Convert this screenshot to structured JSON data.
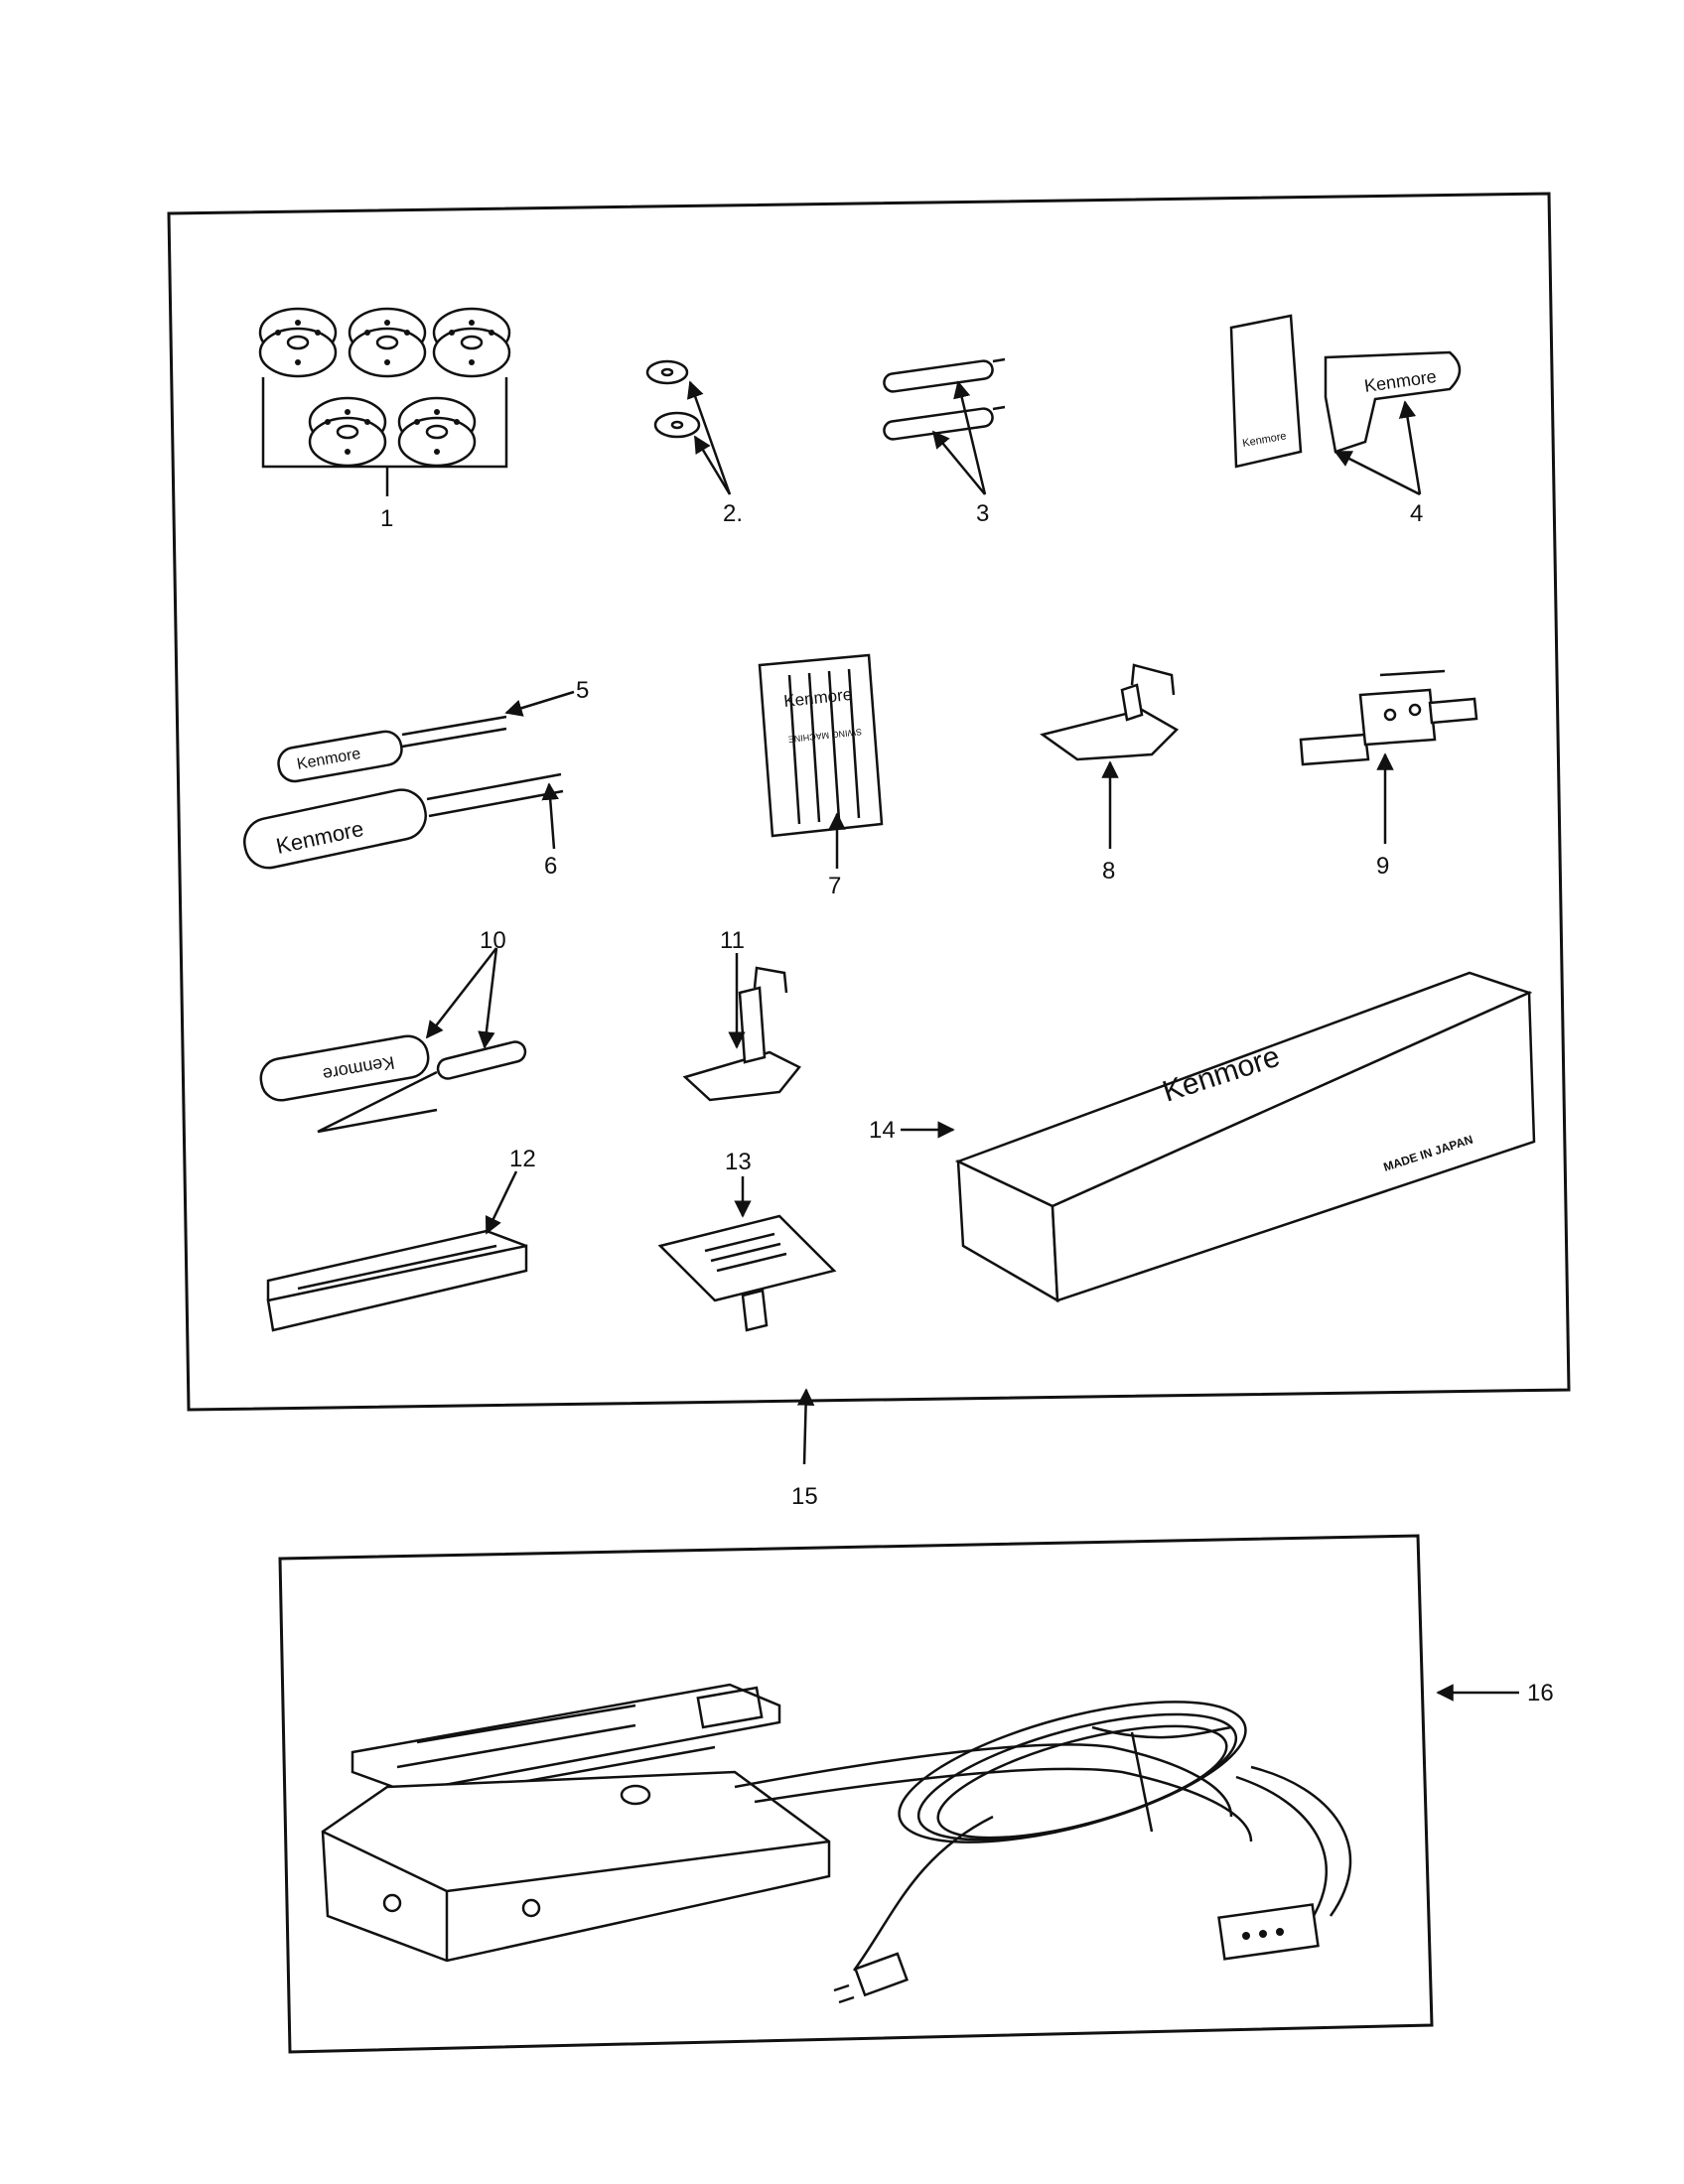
{
  "callouts": {
    "c1": "1",
    "c2": "2.",
    "c3": "3",
    "c4": "4",
    "c5": "5",
    "c6": "6",
    "c7": "7",
    "c8": "8",
    "c9": "9",
    "c10": "10",
    "c11": "11",
    "c12": "12",
    "c13": "13",
    "c14": "14",
    "c15": "15",
    "c16": "16"
  },
  "brand": {
    "kenmore": "Kenmore",
    "made_in": "MADE IN JAPAN",
    "needle_pack": "SWING MACHINE"
  }
}
